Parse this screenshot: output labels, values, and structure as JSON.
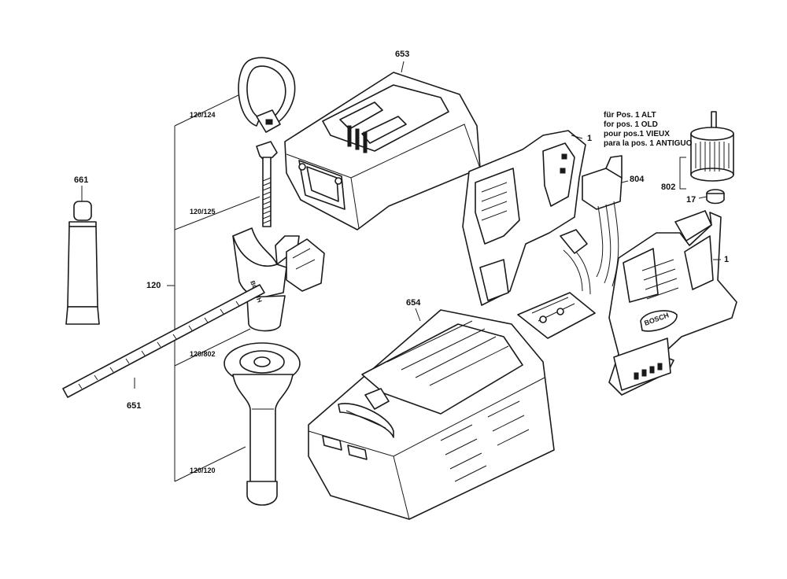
{
  "labels": {
    "p653": "653",
    "p661": "661",
    "p651": "651",
    "p654": "654",
    "p804": "804",
    "p802": "802",
    "p17": "17",
    "p1_top": "1",
    "p1_right": "1",
    "p120": "120",
    "p120_124": "120/124",
    "p120_125": "120/125",
    "p120_802": "120/802",
    "p120_120": "120/120"
  },
  "note": {
    "de": "für Pos. 1 ALT",
    "en": "for pos. 1 OLD",
    "fr": "pour pos.1 VIEUX",
    "es": "para la pos. 1 ANTIGUO"
  },
  "brand": "BOSCH"
}
